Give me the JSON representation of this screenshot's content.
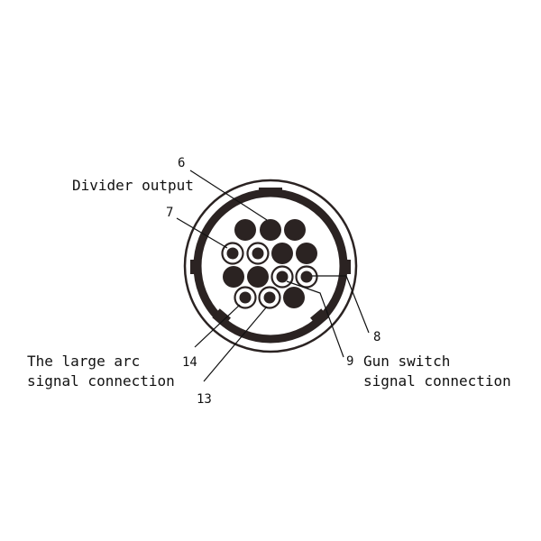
{
  "diagram": {
    "pin_numbers": {
      "p6": "6",
      "p7": "7",
      "p8": "8",
      "p9": "9",
      "p13": "13",
      "p14": "14"
    },
    "labels": {
      "divider_output": "Divider output",
      "large_arc_line1": "The large arc",
      "large_arc_line2": "signal connection",
      "gun_switch_line1": "Gun switch",
      "gun_switch_line2": "signal connection"
    },
    "colors": {
      "ink": "#2b2322",
      "line": "#111111"
    }
  }
}
